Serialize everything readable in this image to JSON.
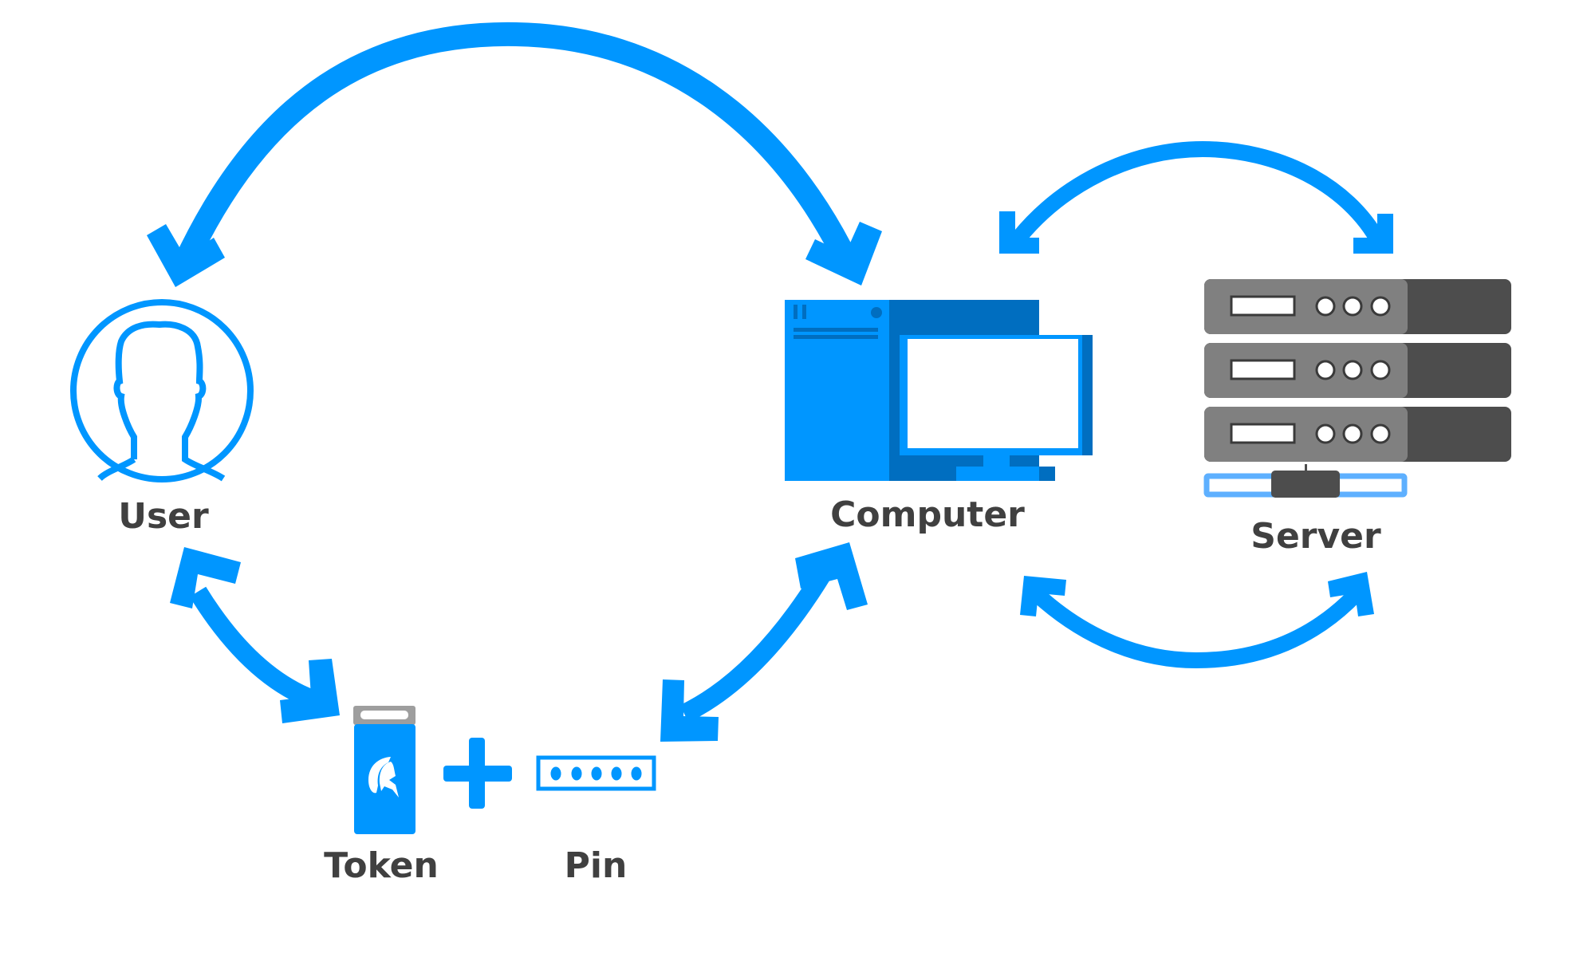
{
  "diagram": {
    "title": "",
    "colors": {
      "accent": "#0096ff",
      "accent_dark": "#006ec0",
      "label": "#404040",
      "server_light": "#808080",
      "server_dark": "#4d4d4d",
      "network_bar": "#5eb0ff",
      "token_cap": "#9e9e9e"
    },
    "nodes": [
      {
        "id": "user",
        "label": "User",
        "icon": "user-icon"
      },
      {
        "id": "computer",
        "label": "Computer",
        "icon": "computer-icon"
      },
      {
        "id": "server",
        "label": "Server",
        "icon": "server-icon"
      },
      {
        "id": "token",
        "label": "Token",
        "icon": "usb-token-icon"
      },
      {
        "id": "pin",
        "label": "Pin",
        "icon": "pin-field-icon"
      }
    ],
    "operator": "+",
    "pin_digits_shown": 5,
    "edges": [
      {
        "from": "user",
        "to": "computer",
        "direction": "bidirectional"
      },
      {
        "from": "user",
        "to": "token",
        "direction": "bidirectional"
      },
      {
        "from": "pin",
        "to": "computer",
        "direction": "bidirectional"
      },
      {
        "from": "computer",
        "to": "server",
        "direction": "bidirectional",
        "route": "upper"
      },
      {
        "from": "computer",
        "to": "server",
        "direction": "bidirectional",
        "route": "lower"
      }
    ]
  }
}
